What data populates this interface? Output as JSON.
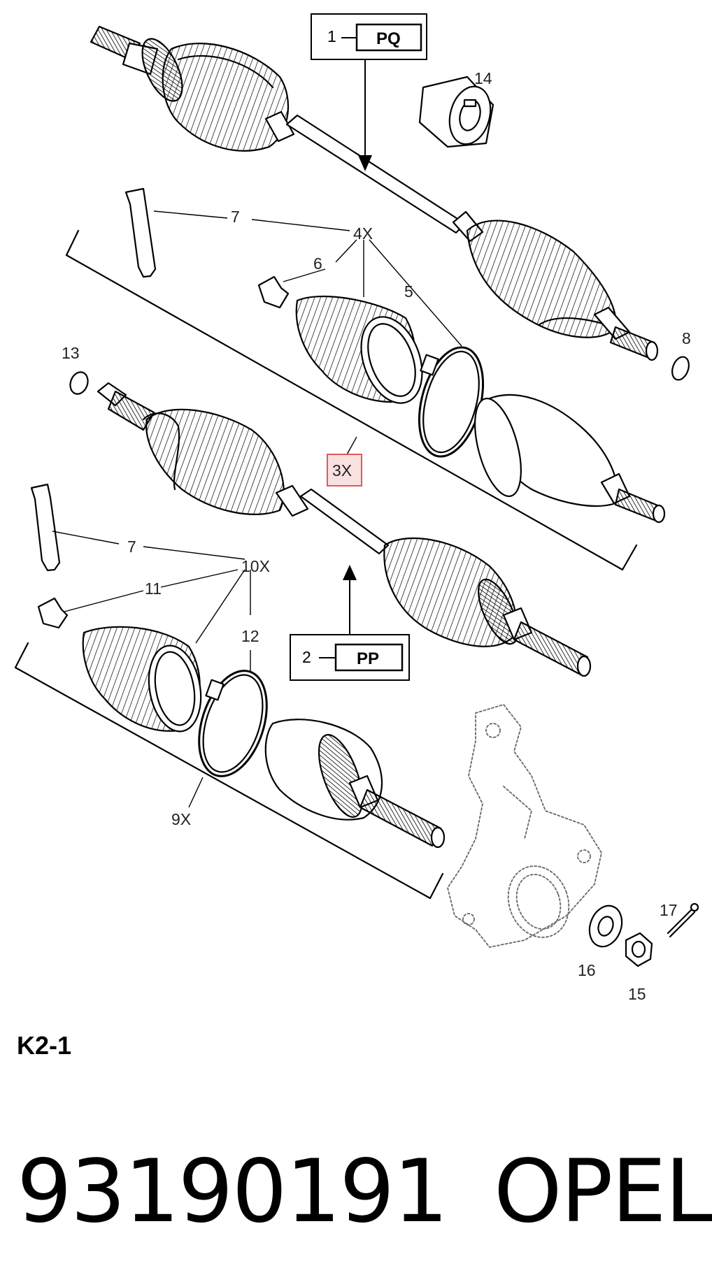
{
  "callouts": {
    "c14": "14",
    "c7a": "7",
    "c4x": "4X",
    "c6": "6",
    "c5": "5",
    "c8": "8",
    "c13": "13",
    "c3x": "3X",
    "c7b": "7",
    "c10x": "10X",
    "c11": "11",
    "c12": "12",
    "c9x": "9X",
    "c17": "17",
    "c16": "16",
    "c15": "15"
  },
  "boxes": {
    "box1": {
      "num": "1",
      "code": "PQ"
    },
    "box2": {
      "num": "2",
      "code": "PP"
    }
  },
  "highlight_color": "#e05a5a",
  "figure_code": "K2-1",
  "footer": {
    "part_number": "93190191",
    "brand": "OPEL"
  }
}
